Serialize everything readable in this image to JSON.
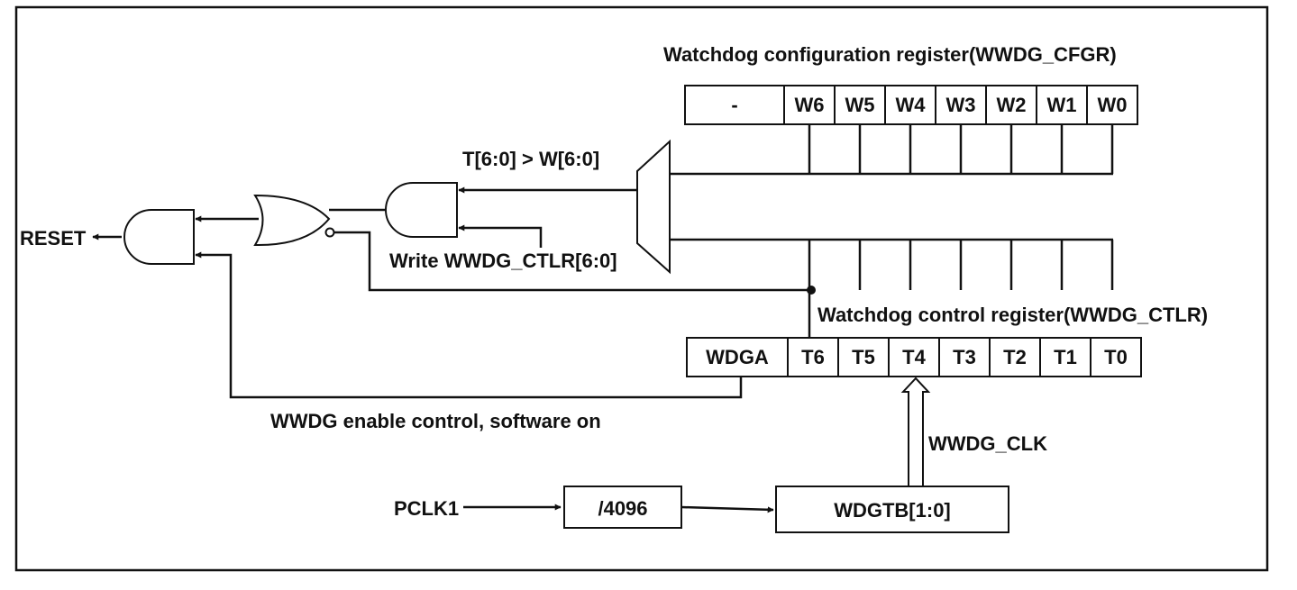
{
  "labels": {
    "cfgr_title": "Watchdog configuration register(WWDG_CFGR)",
    "ctlr_title": "Watchdog control register(WWDG_CTLR)",
    "compare": "T[6:0] > W[6:0]",
    "write_ctlr": "Write WWDG_CTLR[6:0]",
    "reset": "RESET",
    "enable_note": "WWDG enable control, software on",
    "clk": "WWDG_CLK",
    "pclk": "PCLK1",
    "prescaler": "/4096",
    "timebase": "WDGTB[1:0]"
  },
  "cfgr_cells": [
    "-",
    "W6",
    "W5",
    "W4",
    "W3",
    "W2",
    "W1",
    "W0"
  ],
  "ctlr_cells": [
    "WDGA",
    "T6",
    "T5",
    "T4",
    "T3",
    "T2",
    "T1",
    "T0"
  ],
  "colors": {
    "line": "#111111",
    "background": "#ffffff"
  }
}
